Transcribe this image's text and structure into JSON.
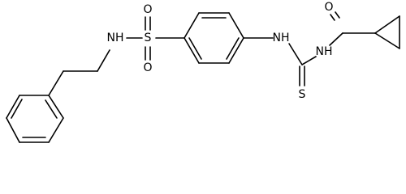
{
  "structure": {
    "bond_color": "#000000",
    "background": "#ffffff",
    "atoms": {
      "sulfonyl_o_top": "O",
      "sulfonyl_s": "S",
      "sulfonyl_o_bottom": "O",
      "sulfonamide_nh": "NH",
      "thiourea_nh_left": "NH",
      "thiourea_s": "S",
      "thiourea_nh_right": "NH",
      "carbonyl_o": "O"
    }
  }
}
